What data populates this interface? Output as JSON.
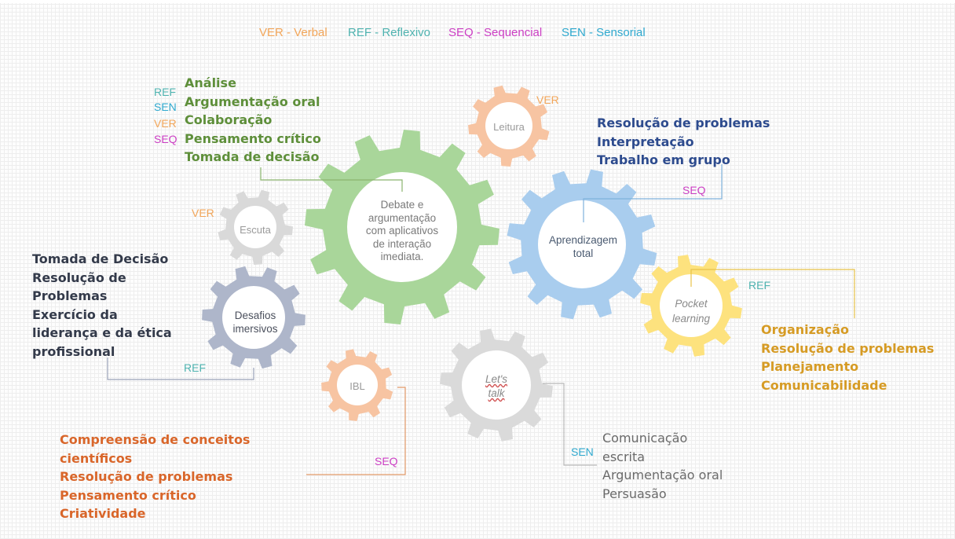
{
  "legend": [
    {
      "text": "VER - Verbal",
      "color": "#f2a65a"
    },
    {
      "text": "REF - Reflexivo",
      "color": "#4fb3b0"
    },
    {
      "text": "SEQ - Sequencial",
      "color": "#cc3fc4"
    },
    {
      "text": "SEN - Sensorial",
      "color": "#2fa9cf"
    }
  ],
  "colors": {
    "ver": "#f2a65a",
    "ref": "#4fb3b0",
    "seq": "#cc3fc4",
    "sen": "#2fa9cf"
  },
  "gears": {
    "debate": {
      "label_lines": [
        "Debate e",
        "argumentação",
        "com aplicativos",
        "de interação",
        "imediata."
      ],
      "color": "#a9d69a"
    },
    "aprendizagem": {
      "label_lines": [
        "Aprendizagem",
        "total"
      ],
      "color": "#a9cdee"
    },
    "pocket": {
      "label_lines": [
        "Pocket",
        "learning"
      ],
      "color": "#fde27e"
    },
    "leitura": {
      "label": "Leitura",
      "color": "#f7c4a2"
    },
    "escuta": {
      "label": "Escuta",
      "color": "#d9d9d9"
    },
    "desafios": {
      "label_lines": [
        "Desafios",
        "imersivos"
      ],
      "color": "#aeb6ca"
    },
    "ibl": {
      "label": "IBL",
      "color": "#f7c4a2"
    },
    "letstalk": {
      "label_lines": [
        "Let's",
        "talk"
      ],
      "color": "#dadada"
    }
  },
  "blocks": {
    "debate": {
      "tags": [
        "REF",
        "SEN",
        "VER",
        "SEQ"
      ],
      "items": [
        "Análise",
        "Argumentação oral",
        "Colaboração",
        "Pensamento crítico",
        "Tomada de decisão"
      ],
      "color": "#5e8f3a"
    },
    "aprendizagem": {
      "tag": "SEQ",
      "items": [
        "Resolução de problemas",
        "Interpretação",
        "Trabalho em grupo"
      ],
      "color": "#2d4b8e"
    },
    "leitura": {
      "tag": "VER"
    },
    "escuta": {
      "tag": "VER"
    },
    "desafios": {
      "tag": "REF",
      "items": [
        "Tomada de Decisão",
        "Resolução de",
        "Problemas",
        "Exercício da",
        "liderança e da ética",
        "profissional"
      ],
      "color": "#333a4a"
    },
    "pocket": {
      "tag": "REF",
      "items": [
        "Organização",
        "Resolução de problemas",
        "Planejamento",
        "Comunicabilidade"
      ],
      "color": "#d69b24"
    },
    "ibl": {
      "tag": "SEQ",
      "items": [
        "Compreensão de conceitos",
        "científicos",
        "Resolução de problemas",
        "Pensamento crítico",
        "Criatividade"
      ],
      "color": "#d9662a"
    },
    "letstalk": {
      "tag": "SEN",
      "items": [
        "Comunicação",
        "escrita",
        "Argumentação oral",
        "Persuasão"
      ],
      "color": "#6a6a6a"
    }
  }
}
